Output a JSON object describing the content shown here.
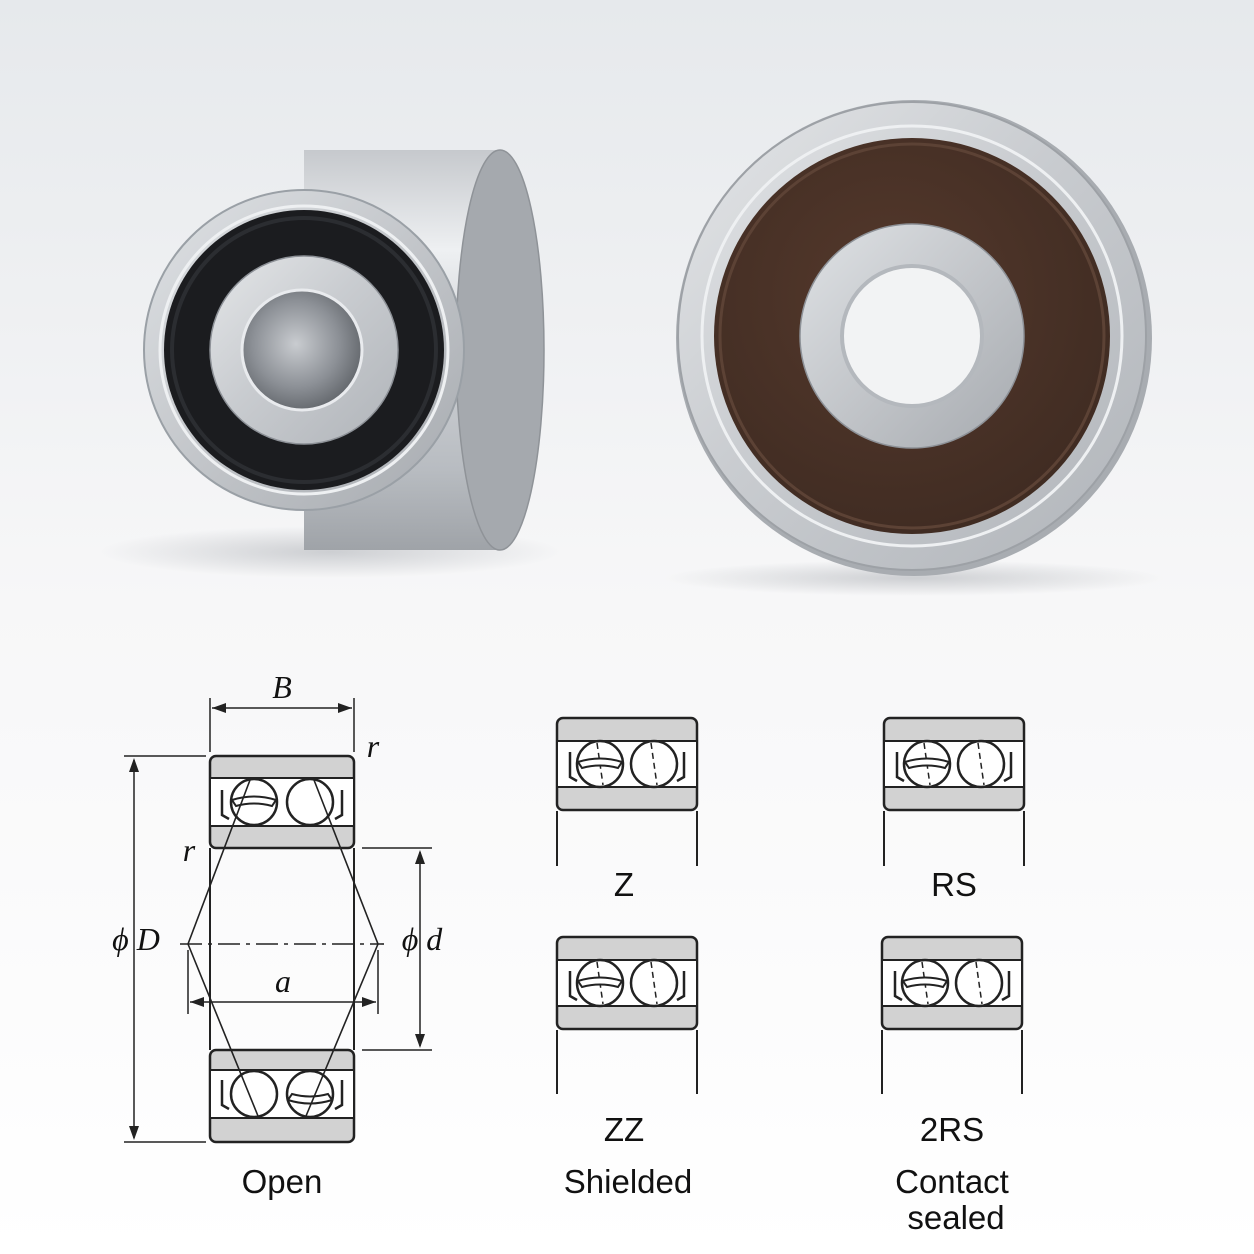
{
  "photo": {
    "left_bearing": "double-row-bearing-black-seals-icon",
    "right_bearing": "bearing-brown-seal-icon",
    "colors": {
      "steel": "#c9ccd0",
      "black_seal": "#1b1c1f",
      "brown_seal": "#4a3429"
    }
  },
  "diagram": {
    "dimensions": {
      "B": "B",
      "r": "r",
      "D": "ϕ D",
      "d": "ϕ d",
      "a": "a"
    },
    "open_label": "Open"
  },
  "variants": {
    "z": "Z",
    "rs": "RS",
    "zz": "ZZ",
    "shielded": "Shielded",
    "two_rs": "2RS",
    "contact": "Contact",
    "sealed": "sealed"
  },
  "colors": {
    "ring": "#d2d2d2",
    "line": "#222222"
  }
}
